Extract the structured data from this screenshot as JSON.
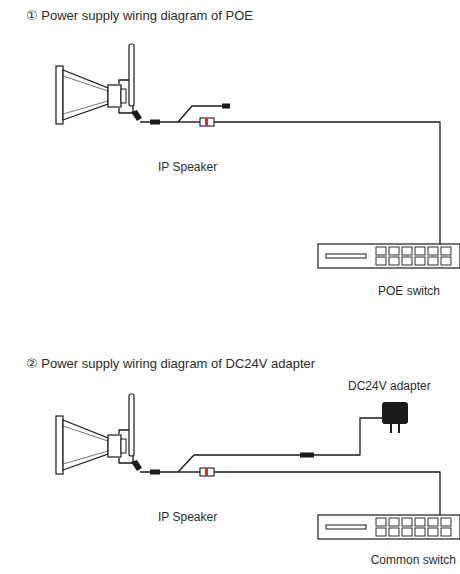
{
  "diagram": {
    "labels": [
      "① Power supply wiring diagram of POE",
      "IP Speaker",
      "POE switch",
      "② Power supply wiring diagram of DC24V adapter",
      "DC24V adapter",
      "IP Speaker",
      "Common switch"
    ]
  }
}
